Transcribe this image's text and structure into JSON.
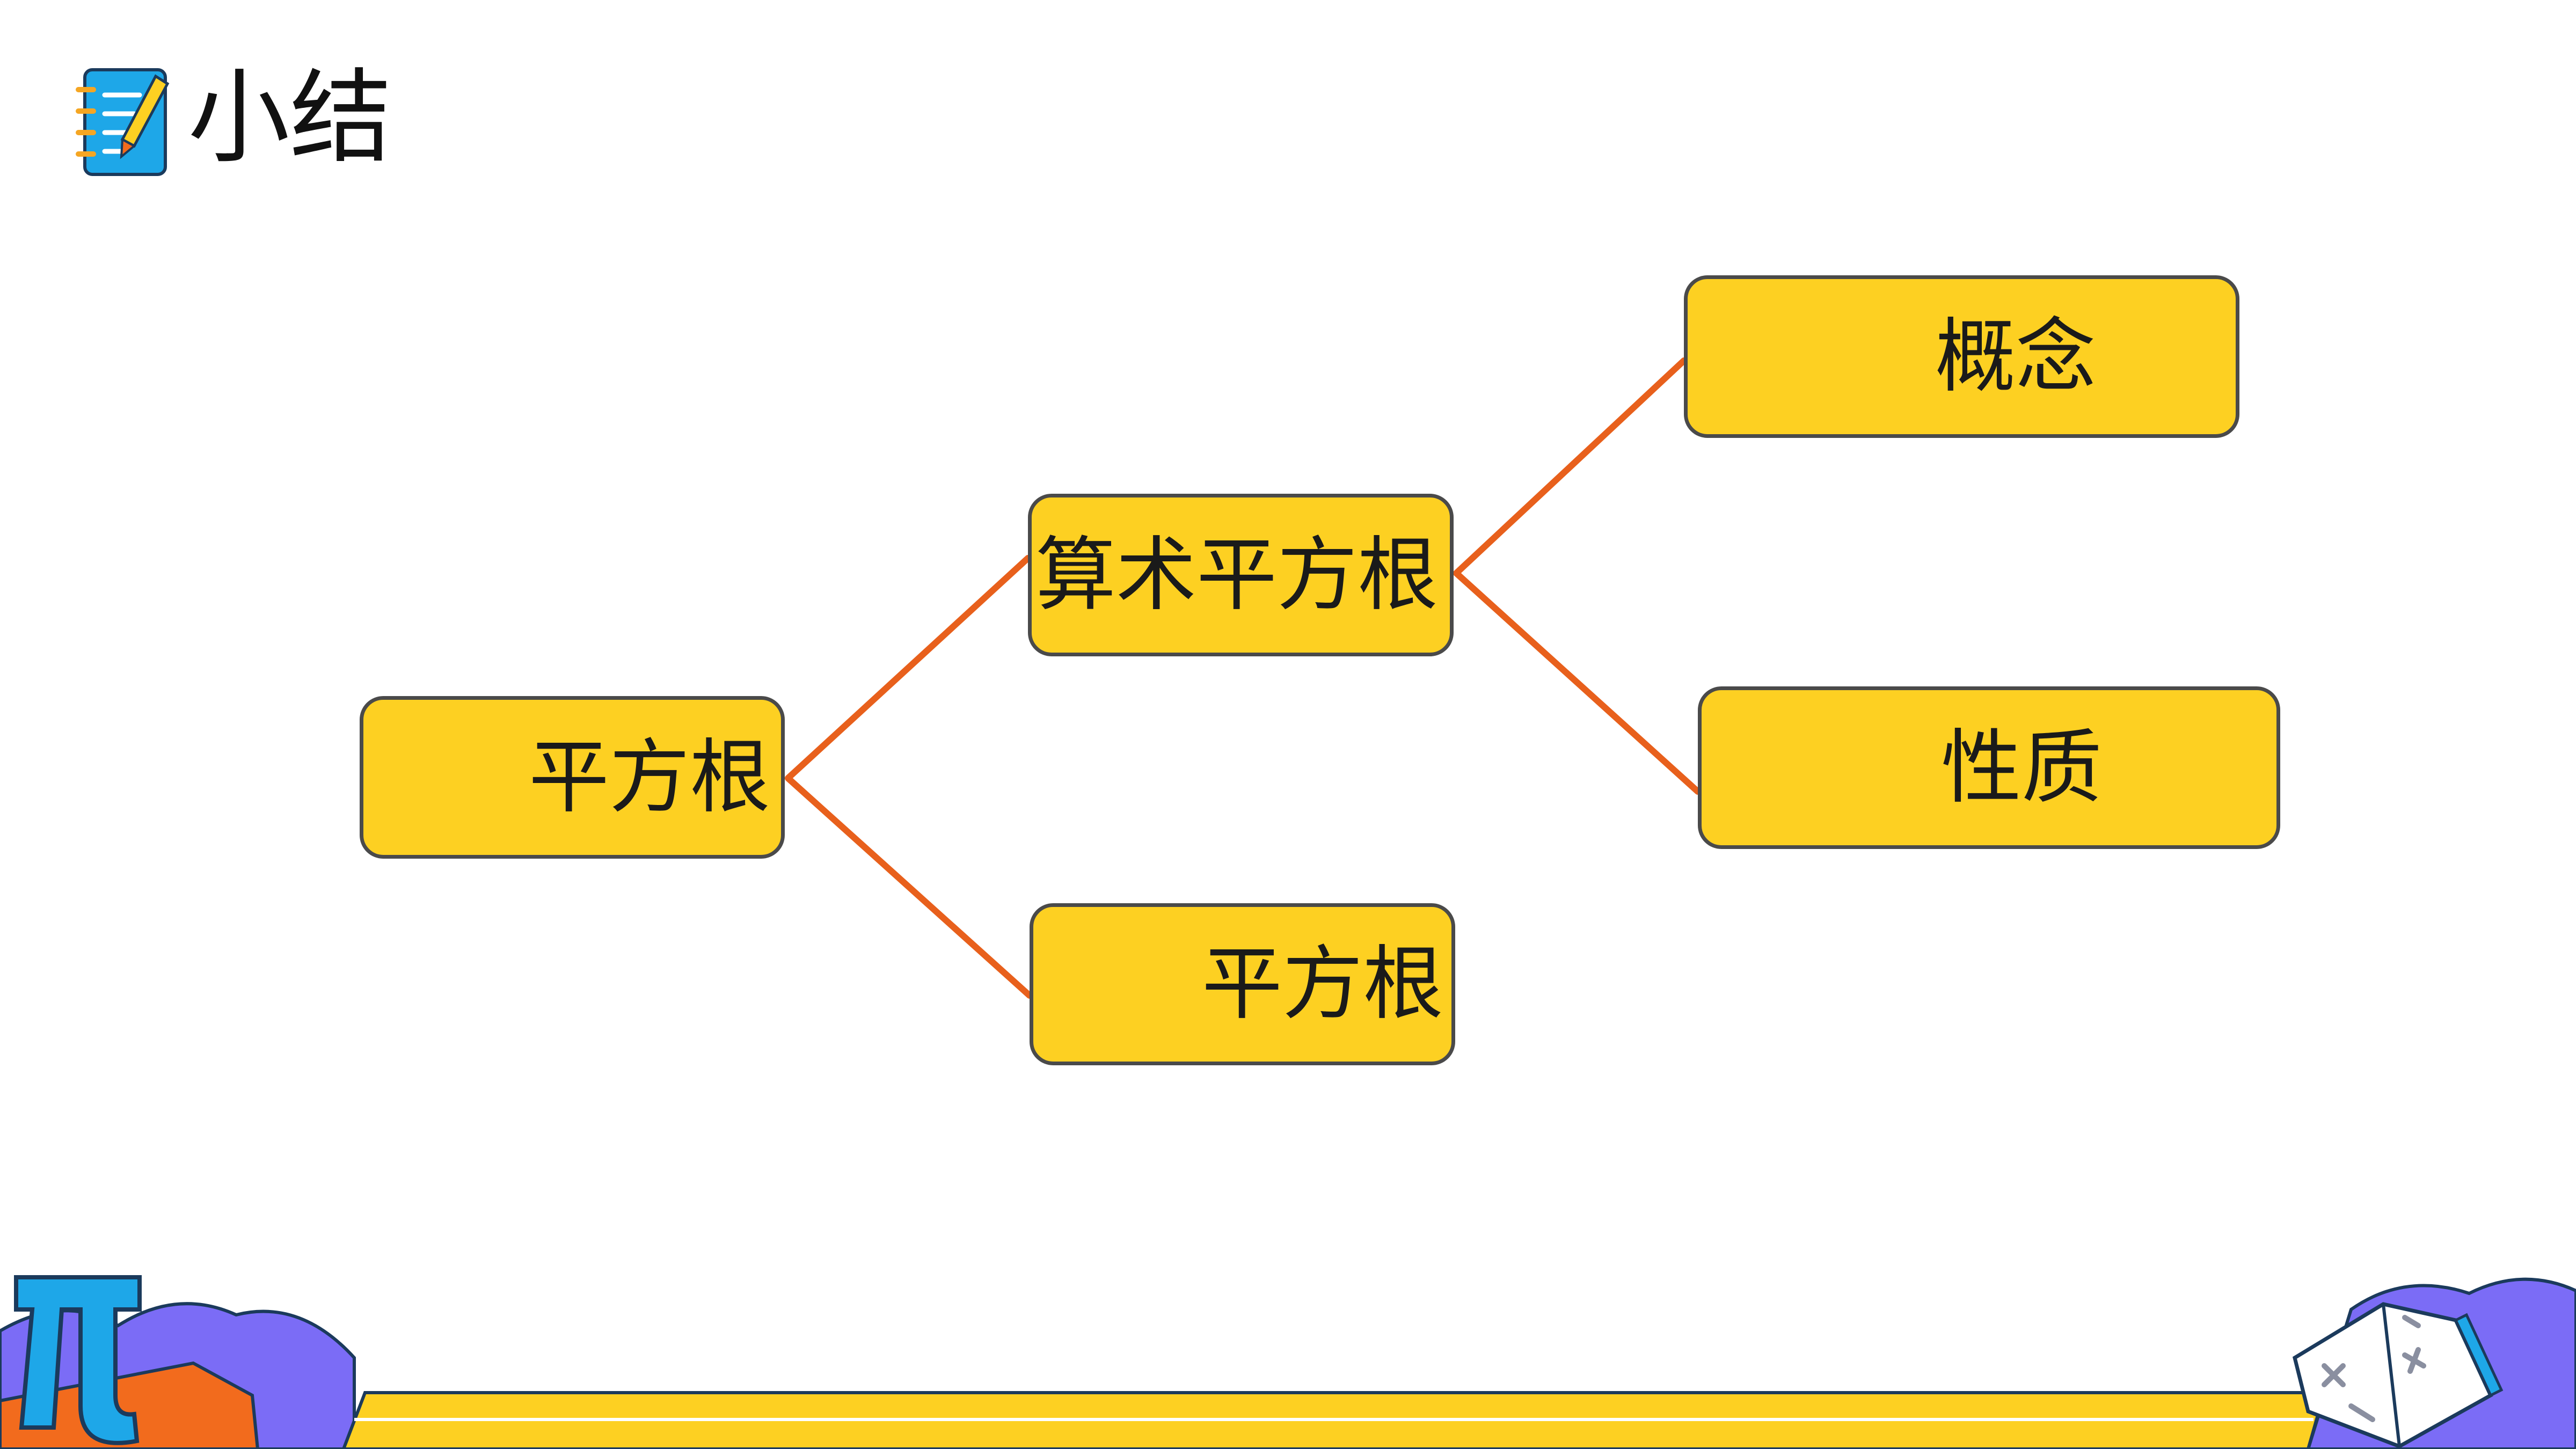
{
  "slide": {
    "title": "小结",
    "title_icon": "notebook-pencil-icon"
  },
  "mindmap": {
    "root": "平方根",
    "arithmetic": "算术平方根",
    "concept": "概念",
    "property": "性质",
    "square_root": "平方根"
  },
  "colors": {
    "node_fill": "#FDD022",
    "node_border": "#4a4a4a",
    "connector": "#E8601C",
    "footer_yellow": "#FDD022",
    "deco_purple": "#7B6CF6",
    "deco_orange": "#F26B1D",
    "icon_blue": "#1EA7E8"
  },
  "decorations": [
    "pi-symbol-icon",
    "open-book-icon"
  ]
}
